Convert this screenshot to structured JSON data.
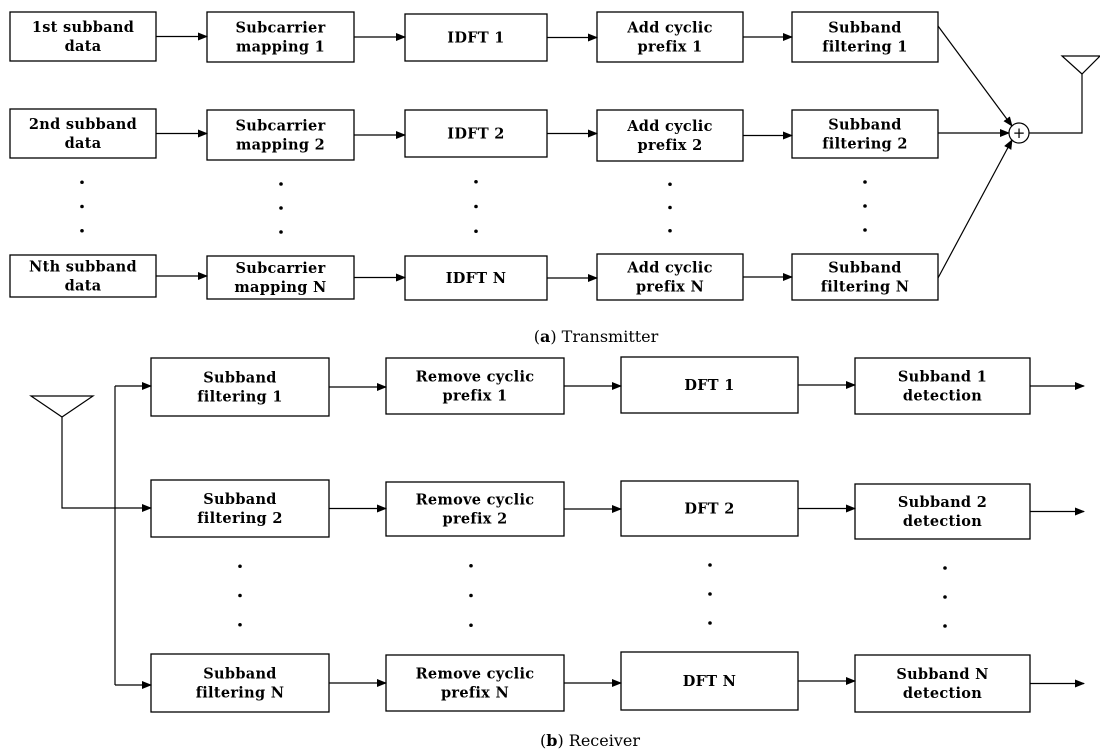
{
  "transmitter": {
    "rows": [
      [
        "1st subband\ndata",
        "Subcarrier\nmapping 1",
        "IDFT 1",
        "Add cyclic\nprefix 1",
        "Subband\nfiltering 1"
      ],
      [
        "2nd subband\ndata",
        "Subcarrier\nmapping 2",
        "IDFT 2",
        "Add cyclic\nprefix 2",
        "Subband\nfiltering 2"
      ],
      [
        "Nth subband\ndata",
        "Subcarrier\nmapping N",
        "IDFT N",
        "Add cyclic\nprefix N",
        "Subband\nfiltering N"
      ]
    ],
    "adder_symbol": "+",
    "caption_letter": "a",
    "caption_text": "Transmitter"
  },
  "receiver": {
    "rows": [
      [
        "Subband\nfiltering 1",
        "Remove cyclic\nprefix 1",
        "DFT 1",
        "Subband 1\ndetection"
      ],
      [
        "Subband\nfiltering 2",
        "Remove cyclic\nprefix 2",
        "DFT 2",
        "Subband 2\ndetection"
      ],
      [
        "Subband\nfiltering N",
        "Remove cyclic\nprefix N",
        "DFT N",
        "Subband N\ndetection"
      ]
    ],
    "caption_letter": "b",
    "caption_text": "Receiver"
  }
}
